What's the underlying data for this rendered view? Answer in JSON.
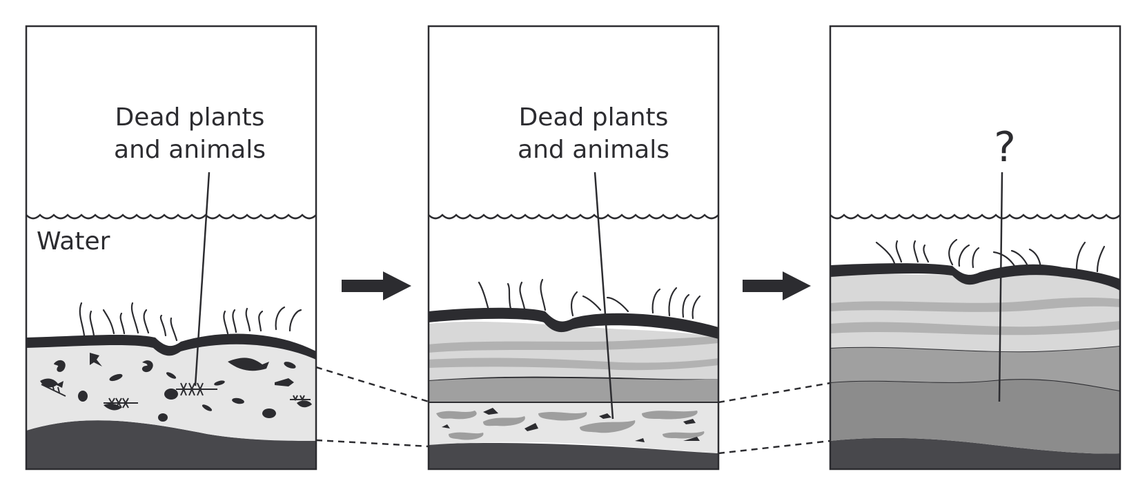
{
  "panels": [
    {
      "id": "before",
      "labels": [
        "Dead plants",
        "and animals"
      ],
      "water_label": "Water"
    },
    {
      "id": "buried",
      "labels": [
        "Dead plants",
        "and animals"
      ]
    },
    {
      "id": "after",
      "question": "?"
    }
  ],
  "colors": {
    "outline": "#2c2c30",
    "bedrock": "#48484c",
    "organic_layer": "#e6e6e6",
    "sediment_light": "#d8d8d8",
    "sediment_mid": "#b2b2b2",
    "sediment_dark": "#8c8c8c",
    "background": "#ffffff"
  },
  "icons": [
    "right-arrow-icon",
    "right-arrow-icon"
  ]
}
